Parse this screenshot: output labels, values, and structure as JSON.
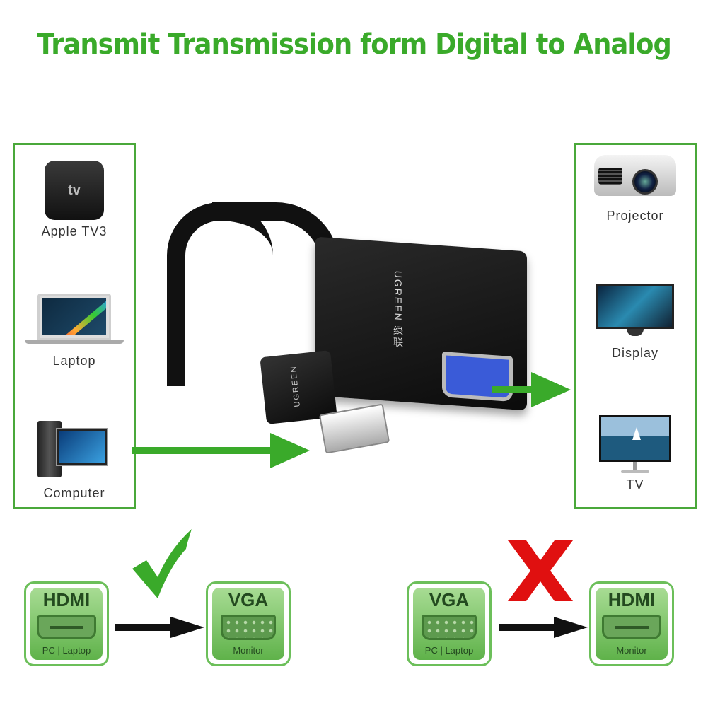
{
  "title": "Transmit Transmission form Digital to Analog",
  "colors": {
    "title_green": "#3aaa2a",
    "panel_border": "#4aa83a",
    "arrow_green": "#3aaa2a",
    "arrow_black": "#111111",
    "check_green": "#3aaa2a",
    "cross_red": "#e01010",
    "card_green": "#7fc66a"
  },
  "sources": {
    "items": [
      {
        "label": "Apple TV3",
        "icon": "apple-tv-icon",
        "badge": "tv"
      },
      {
        "label": "Laptop",
        "icon": "laptop-icon"
      },
      {
        "label": "Computer",
        "icon": "desktop-computer-icon"
      }
    ]
  },
  "outputs": {
    "items": [
      {
        "label": "Projector",
        "icon": "projector-icon"
      },
      {
        "label": "Display",
        "icon": "display-monitor-icon"
      },
      {
        "label": "TV",
        "icon": "tv-icon"
      }
    ]
  },
  "product": {
    "adapter_brand": "UGREEN 绿联",
    "plug_brand": "UGREEN",
    "input_connector": "HDMI",
    "output_connector": "VGA"
  },
  "compatibility": {
    "supported": {
      "mark": "check",
      "from": {
        "title": "HDMI",
        "sub": "PC | Laptop"
      },
      "to": {
        "title": "VGA",
        "sub": "Monitor"
      }
    },
    "unsupported": {
      "mark": "cross",
      "from": {
        "title": "VGA",
        "sub": "PC | Laptop"
      },
      "to": {
        "title": "HDMI",
        "sub": "Monitor"
      }
    }
  }
}
